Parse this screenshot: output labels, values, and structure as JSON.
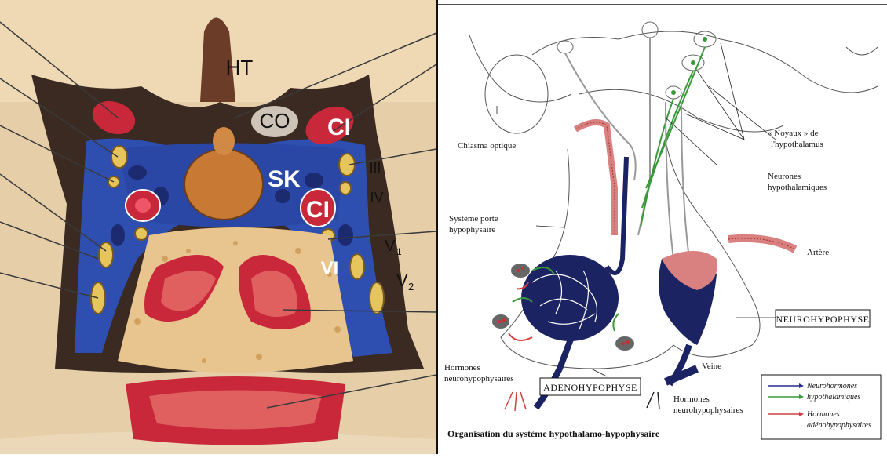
{
  "left_labels": {
    "ht": "HT",
    "co": "CO",
    "ci_top": "CI",
    "sk": "SK",
    "ci_mid": "CI",
    "iii": "III",
    "iv": "IV",
    "v1": "V",
    "v1_sub": "1",
    "vi": "VI",
    "v2": "V",
    "v2_sub": "2"
  },
  "right_labels": {
    "chiasma": "Chiasma optique",
    "noyaux_line1": "« Noyaux » de",
    "noyaux_line2": "l'hypothalamus",
    "neurones_line1": "Neurones",
    "neurones_line2": "hypothalamiques",
    "porte_line1": "Système porte",
    "porte_line2": "hypophysaire",
    "artere": "Artère",
    "neurohypophyse": "NEUROHYPOPHYSE",
    "hormones_left_line1": "Hormones",
    "hormones_left_line2": "neurohypophysaires",
    "adenohypophyse": "ADENOHYPOPHYSE",
    "veine": "Veine",
    "hormones_bottom_line1": "Hormones",
    "hormones_bottom_line2": "neurohypophysaires",
    "caption": "Organisation du système hypothalamo-hypophysaire"
  },
  "legend": {
    "items": [
      {
        "line1": "Neurohormones",
        "line2": "",
        "color": "#2b2f8a"
      },
      {
        "line1": "hypothalamiques",
        "line2": "",
        "color": "#3a9a3a"
      },
      {
        "line1": "Hormones",
        "line2": "adénohypophysaires",
        "color": "#d04040"
      }
    ]
  },
  "colors": {
    "blue_sinus": "#2f4fb0",
    "artery_red": "#c8283a",
    "gland_orange": "#c87a35",
    "bone_tan": "#e8c48f",
    "vessel_navy": "#1c2363",
    "vessel_pink": "#d98080"
  }
}
